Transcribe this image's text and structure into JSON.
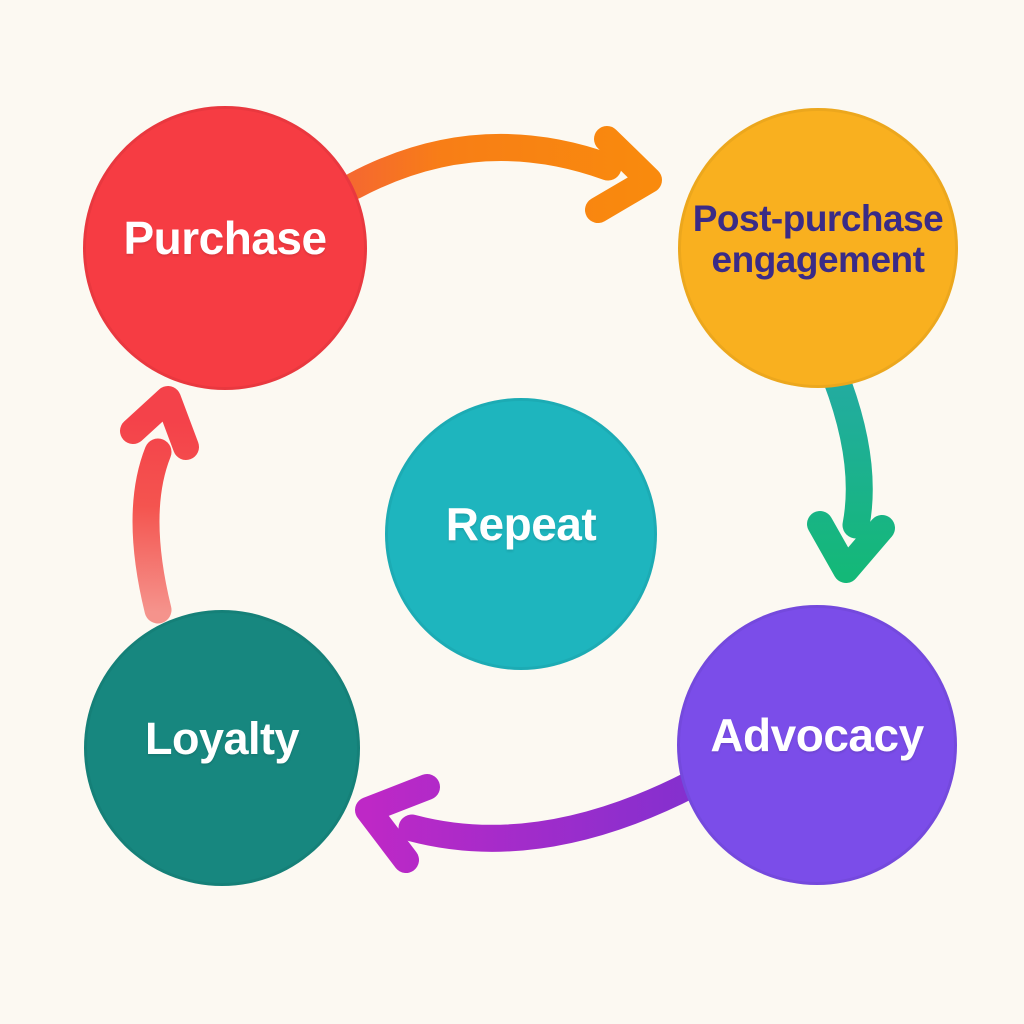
{
  "background_color": "#FCF9F2",
  "diagram": {
    "type": "cycle",
    "nodes": [
      {
        "id": "purchase",
        "label": "Purchase",
        "color": "#F63C43",
        "text_color": "#FFFFFF"
      },
      {
        "id": "post-purchase-engagement",
        "label": "Post-purchase engagement",
        "label_lines": [
          "Post-purchase",
          "engagement"
        ],
        "color": "#F9B01F",
        "text_color": "#3A2B87"
      },
      {
        "id": "repeat",
        "label": "Repeat",
        "color": "#1EB5BE",
        "text_color": "#FFFFFF"
      },
      {
        "id": "loyalty",
        "label": "Loyalty",
        "color": "#17877F",
        "text_color": "#FFFFFF"
      },
      {
        "id": "advocacy",
        "label": "Advocacy",
        "color": "#7B4DE9",
        "text_color": "#FFFFFF"
      }
    ],
    "arrows": [
      {
        "from": "Purchase",
        "to": "Post-purchase engagement",
        "colors": [
          "#F5692F",
          "#F98A0D"
        ]
      },
      {
        "from": "Post-purchase engagement",
        "to": "Advocacy",
        "colors": [
          "#23ABA2",
          "#14B878"
        ]
      },
      {
        "from": "Advocacy",
        "to": "Loyalty",
        "colors": [
          "#8230CF",
          "#BE28C6"
        ]
      },
      {
        "from": "Loyalty",
        "to": "Purchase",
        "colors": [
          "#F5938C",
          "#F4424A"
        ]
      }
    ]
  }
}
